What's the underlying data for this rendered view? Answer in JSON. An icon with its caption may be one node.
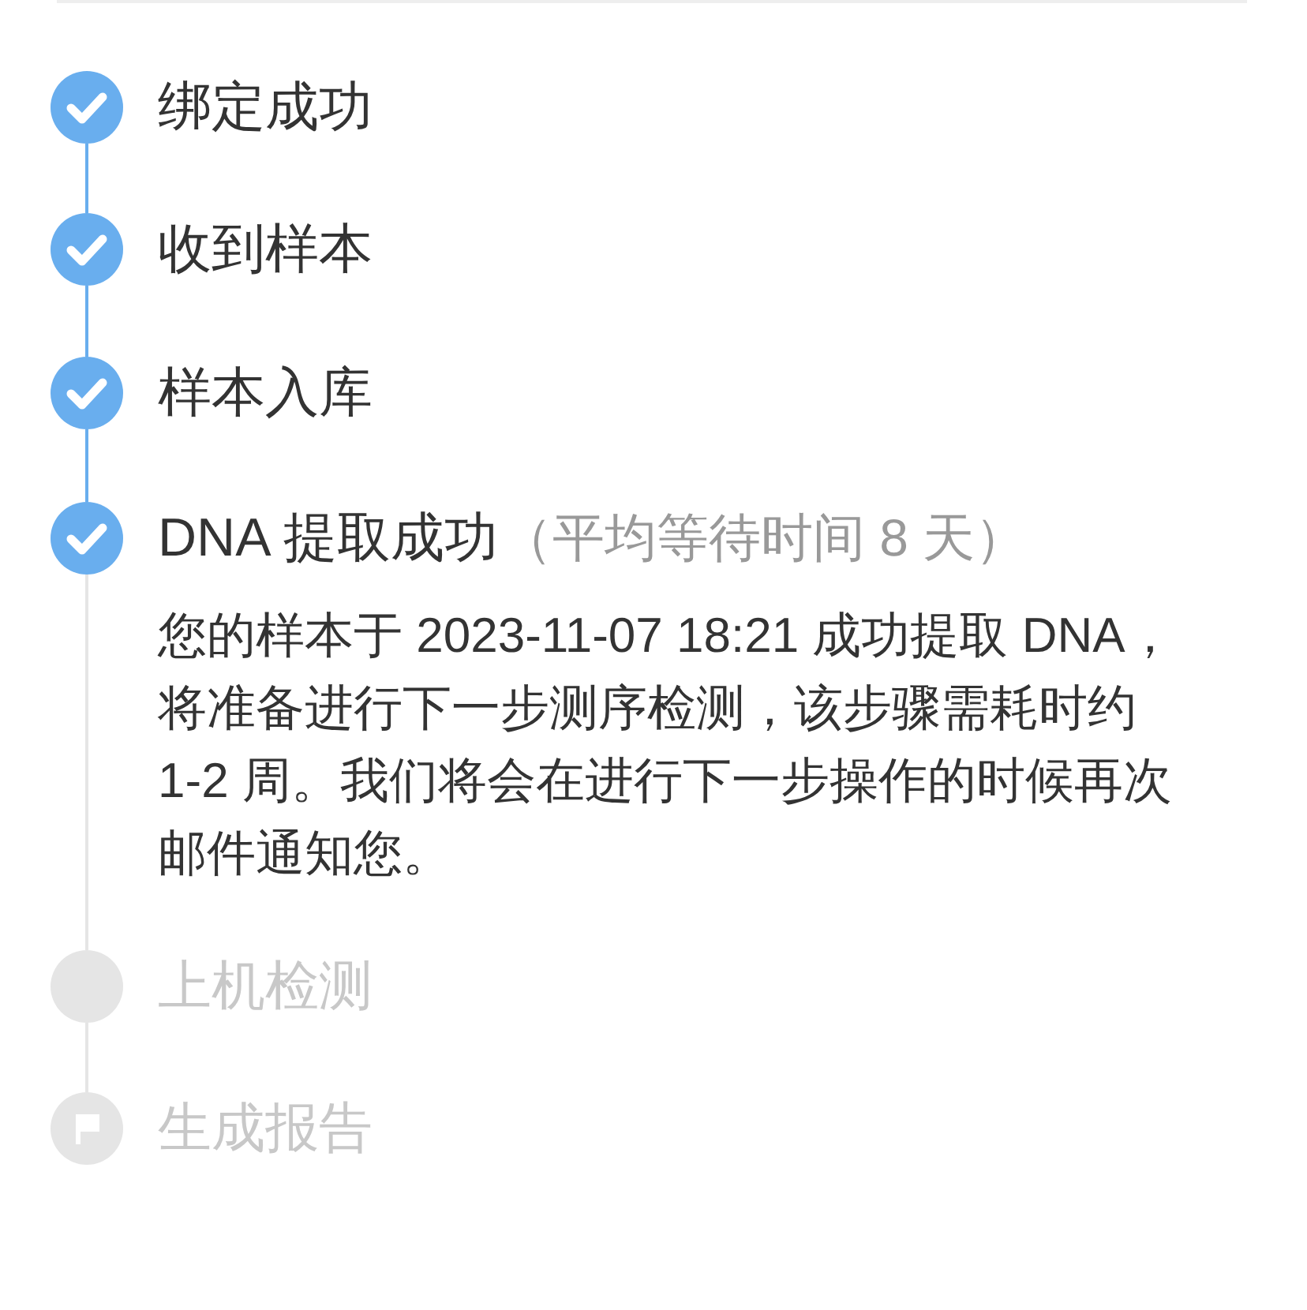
{
  "diagram": {
    "nodes": [
      {
        "text": [
          "绑定成功"
        ]
      },
      {
        "text": [
          "收到样本"
        ]
      },
      {
        "text": [
          "样本入库"
        ]
      },
      {
        "text": [
          "DNA 提取成功"
        ],
        "beside": [
          "（平均等待时间 8 天）",
          "您的样本于 2023-11-07 18:21 成功提取 DNA，将准备进行下一步测序检测，该步骤需耗时约1-2 周。我们将会在进行下一步操作的时候再次邮件通知您。"
        ]
      },
      {
        "text": [
          "上机检测"
        ]
      },
      {
        "text": [
          "生成报告"
        ]
      }
    ],
    "edges": [
      {
        "from": 0,
        "to": 1,
        "arrow": "none"
      },
      {
        "from": 1,
        "to": 2,
        "arrow": "none"
      },
      {
        "from": 2,
        "to": 3,
        "arrow": "none"
      },
      {
        "from": 3,
        "to": 4,
        "arrow": "none",
        "color": "#e5e5e5"
      },
      {
        "from": 4,
        "to": 5,
        "arrow": "none",
        "color": "#e5e5e5"
      }
    ]
  }
}
